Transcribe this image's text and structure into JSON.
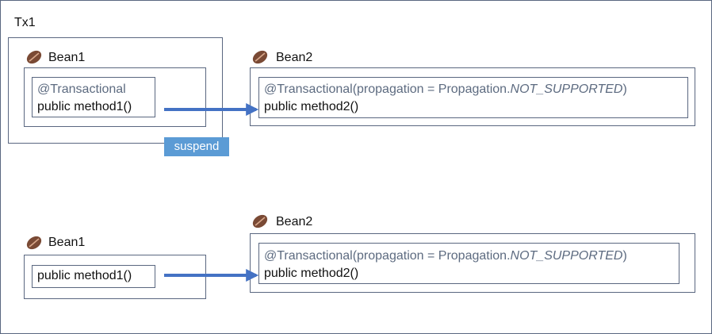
{
  "tx_label": "Tx1",
  "top": {
    "bean1": {
      "name": "Bean1",
      "annotation": "@Transactional",
      "method": "public method1()"
    },
    "bean2": {
      "name": "Bean2",
      "annotation_prefix": "@Transactional(propagation = Propagation.",
      "annotation_mode": "NOT_SUPPORTED",
      "annotation_suffix": ")",
      "method": "public method2()"
    },
    "badge": "suspend"
  },
  "bottom": {
    "bean1": {
      "name": "Bean1",
      "method": "public method1()"
    },
    "bean2": {
      "name": "Bean2",
      "annotation_prefix": "@Transactional(propagation = Propagation.",
      "annotation_mode": "NOT_SUPPORTED",
      "annotation_suffix": ")",
      "method": "public method2()"
    }
  },
  "colors": {
    "arrow": "#4472c4",
    "badge": "#5b9bd5",
    "border": "#5a6780",
    "annotation": "#5d6b80"
  },
  "icons": {
    "bean": "coffee-bean-icon"
  }
}
